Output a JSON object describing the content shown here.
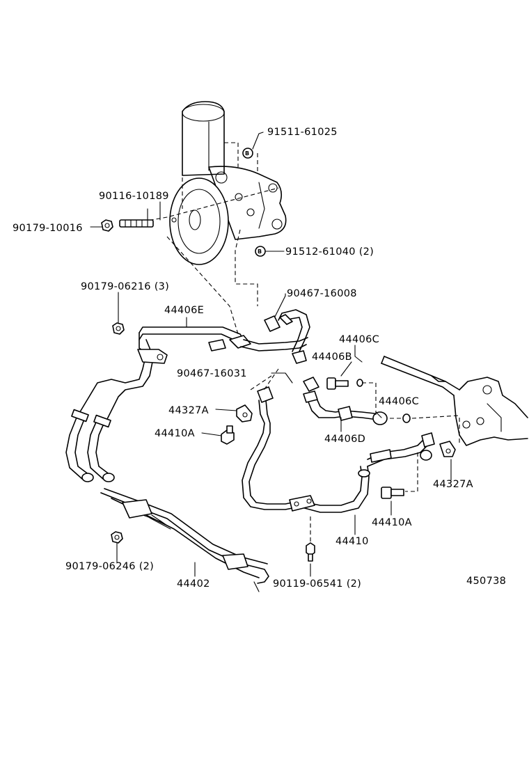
{
  "labels": {
    "p91511": "91511-61025",
    "p90116": "90116-10189",
    "p90179a": "90179-10016",
    "p91512": "91512-61040 (2)",
    "p90179b": "90179-06216 (3)",
    "p90467a": "90467-16008",
    "p44406e": "44406E",
    "p44406c1": "44406C",
    "p44406b": "44406B",
    "p90467b": "90467-16031",
    "p44327a1": "44327A",
    "p44406c2": "44406C",
    "p44410a1": "44410A",
    "p44406d": "44406D",
    "p44327a2": "44327A",
    "p44410a2": "44410A",
    "p44410": "44410",
    "p90179c": "90179-06246 (2)",
    "p44402": "44402",
    "p90119": "90119-06541 (2)",
    "diagram_number": "450738"
  },
  "markers": {
    "bolt_marker": "B"
  }
}
